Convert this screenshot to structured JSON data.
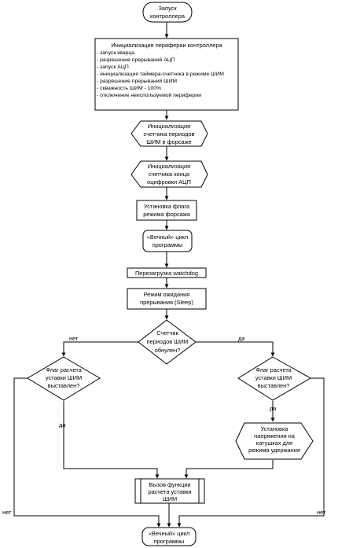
{
  "nodes": {
    "start": [
      "Запуск",
      "контроллера"
    ],
    "init_periph": {
      "title": "Инициализация периферии контроллера",
      "items": [
        "- запуск кварца",
        "- разрешение прерываний АЦП",
        "- запуск АЦП",
        "- инициализация таймера-счетчика в режиме ШИМ",
        "- разрешение прерываний ШИМ",
        "- скважность ШИМ - 100%",
        "- отключение неиспользуемой периферии"
      ]
    },
    "init_pwm_counter": [
      "Инициализация",
      "счетчика периодов",
      "ШИМ в форсаже"
    ],
    "init_adc_counter": [
      "Инициализация",
      "счетчика конца",
      "оцифровки АЦП"
    ],
    "set_flag": [
      "Установка флага",
      "режима форсажа"
    ],
    "loop_start": [
      "«Вечный» цикл",
      "программы"
    ],
    "watchdog": "Перезагрузка watchdog",
    "sleep": [
      "Режим ожидания",
      "прерывания (Sleep)"
    ],
    "decision_counter": [
      "Счетчик",
      "периодов ШИМ",
      "обнулен?"
    ],
    "decision_flag_left": [
      "Флаг расчета",
      "уставки ШИМ",
      "выставлен?"
    ],
    "decision_flag_right": [
      "Флаг расчета",
      "уставки ШИМ",
      "выставлен?"
    ],
    "set_voltage": [
      "Установка",
      "напряжения на",
      "катушках для",
      "режима удержания"
    ],
    "calc_pwm": [
      "Вызов функции",
      "расчета уставки",
      "ШИМ"
    ],
    "loop_end": [
      "«Вечный» цикл",
      "программы"
    ]
  },
  "labels": {
    "counter_no": "нет",
    "counter_yes": "да",
    "left_yes": "да",
    "right_yes": "да",
    "left_no": "нет",
    "right_no": "нет"
  }
}
